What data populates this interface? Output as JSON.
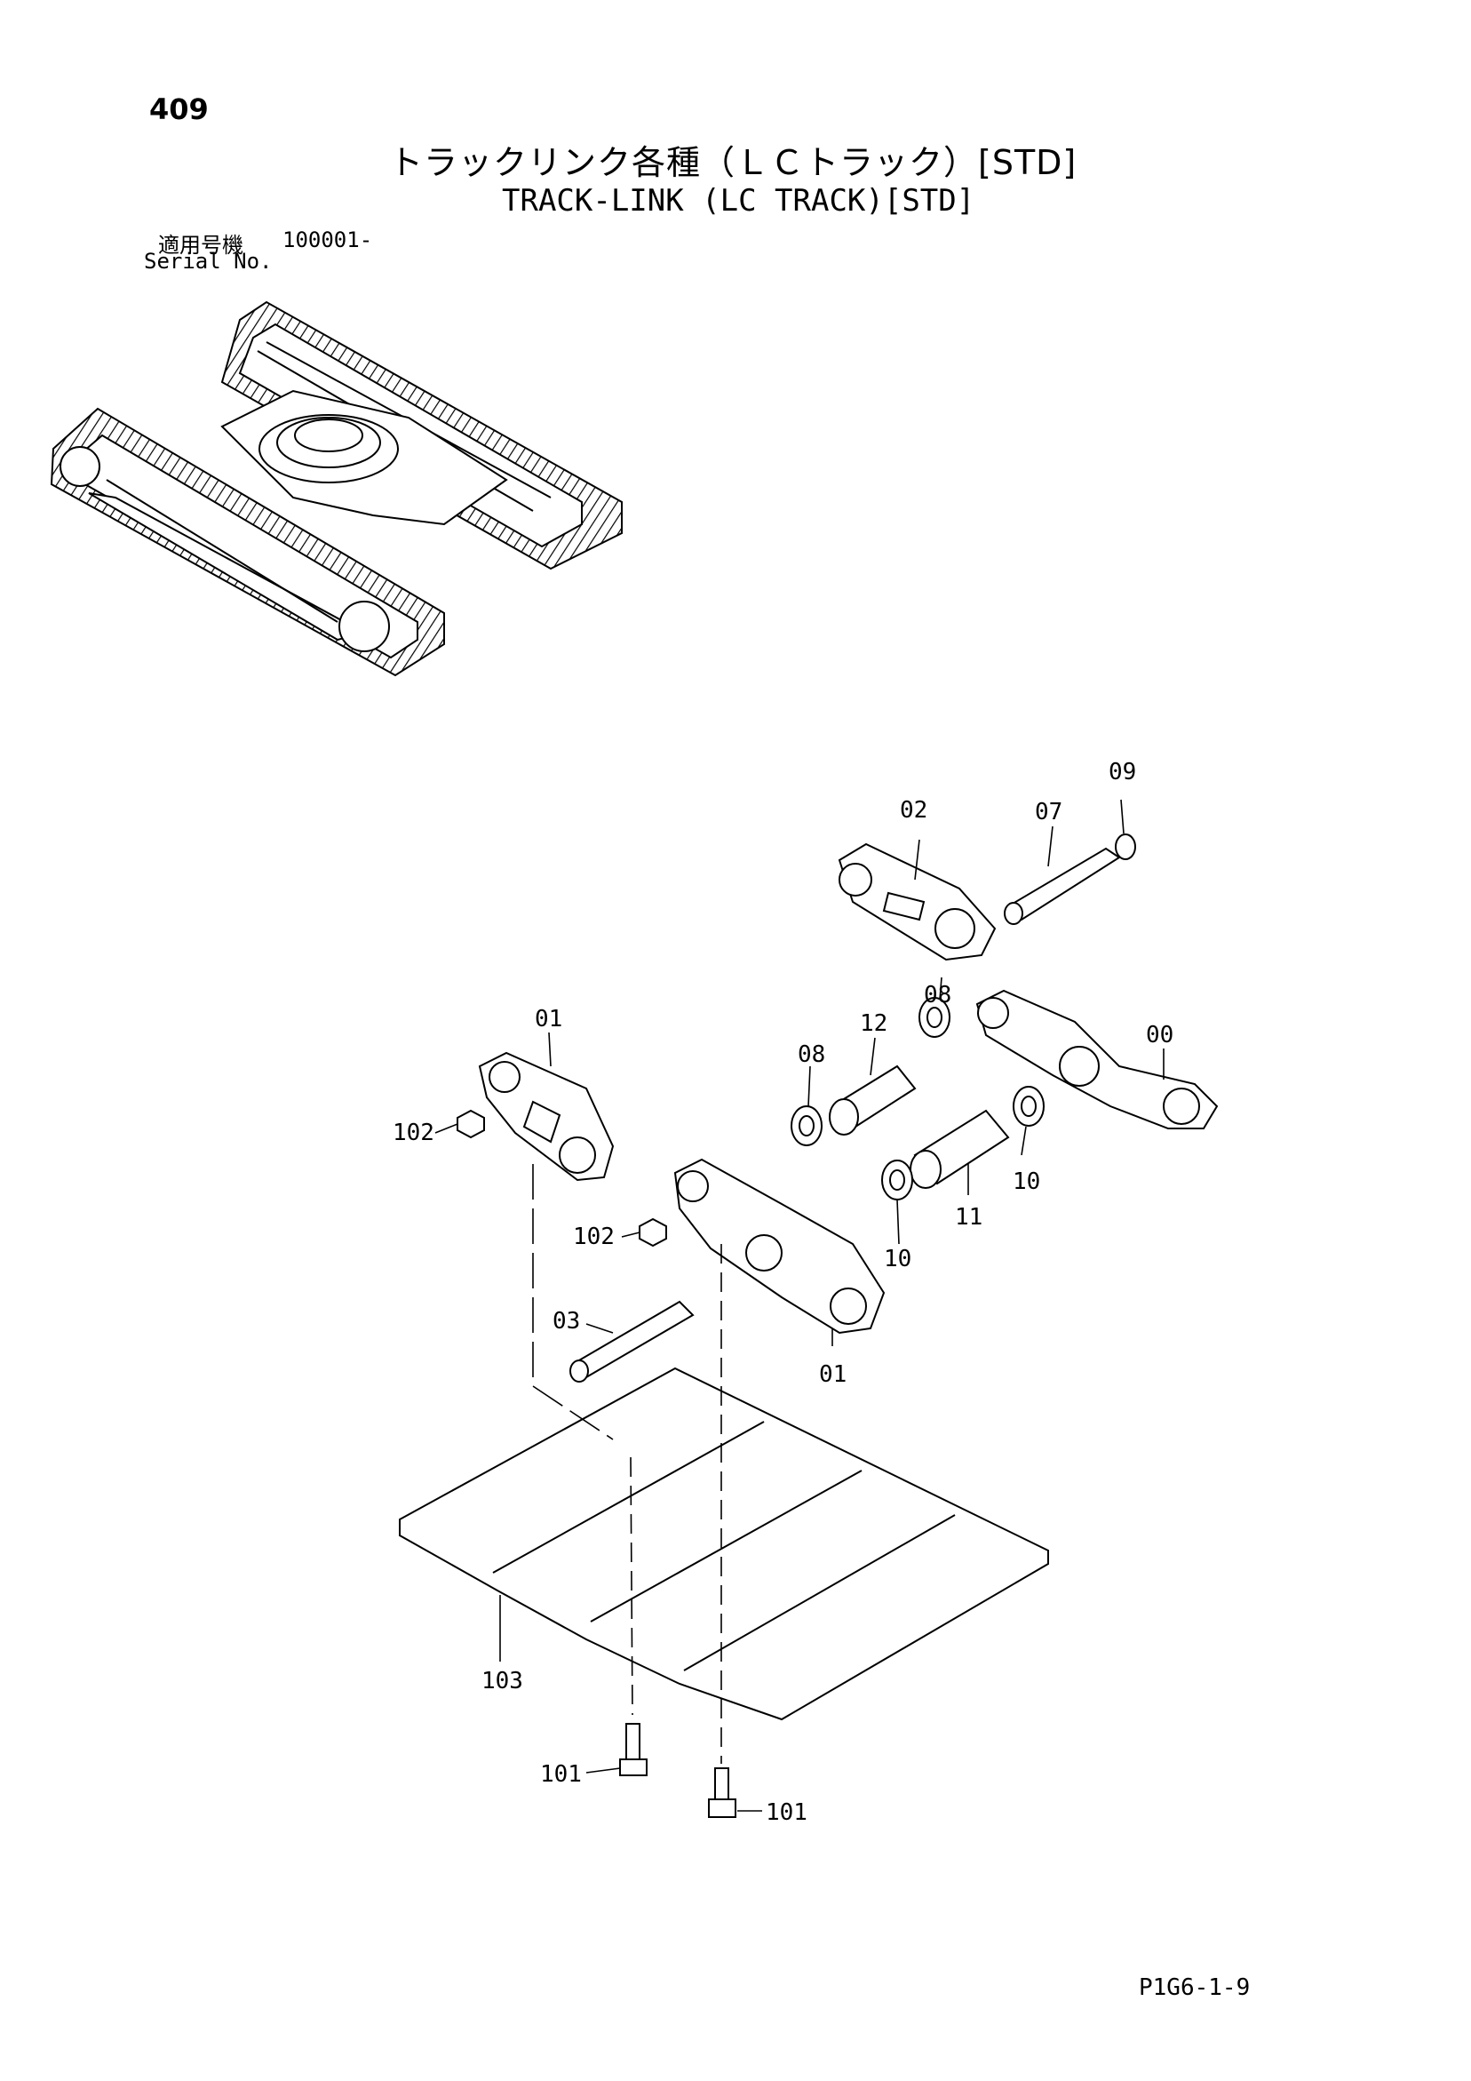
{
  "page_number": "409",
  "title_jp": "トラックリンク各種（ＬＣトラック）[STD]",
  "title_en": "TRACK-LINK (LC TRACK)[STD]",
  "serial": {
    "label_jp": "適用号機",
    "range": "100001-",
    "label_en": "Serial No."
  },
  "drawing_code": "P1G6-1-9",
  "callouts": {
    "c09": "09",
    "c02": "02",
    "c07": "07",
    "c08a": "08",
    "c00": "00",
    "c01a": "01",
    "c12": "12",
    "c08b": "08",
    "c102a": "102",
    "c10a": "10",
    "c11": "11",
    "c102b": "102",
    "c10b": "10",
    "c03": "03",
    "c01b": "01",
    "c103": "103",
    "c101a": "101",
    "c101b": "101"
  }
}
